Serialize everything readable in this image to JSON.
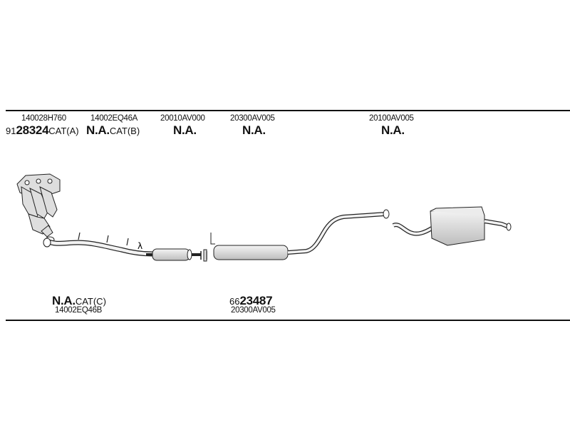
{
  "top_parts": [
    {
      "part_no": "140028H760",
      "prefix": "91",
      "main": "28324",
      "suffix": "CAT(A)"
    },
    {
      "part_no": "14002EQ46A",
      "prefix": "",
      "main": "N.A.",
      "suffix": "CAT(B)"
    },
    {
      "part_no": "20010AV000",
      "prefix": "",
      "main": "N.A.",
      "suffix": ""
    },
    {
      "part_no": "20300AV005",
      "prefix": "",
      "main": "N.A.",
      "suffix": ""
    },
    {
      "part_no": "20100AV005",
      "prefix": "",
      "main": "N.A.",
      "suffix": ""
    }
  ],
  "bottom_parts": [
    {
      "part_no": "14002EQ46B",
      "prefix": "",
      "main": "N.A.",
      "suffix": "CAT(C)"
    },
    {
      "part_no": "20300AV005",
      "prefix": "66",
      "main": "23487",
      "suffix": ""
    }
  ],
  "sensor_symbol": "λ"
}
